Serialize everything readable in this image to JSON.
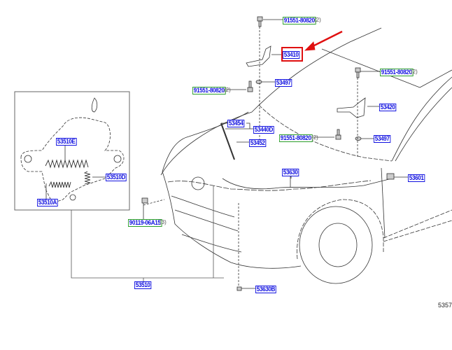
{
  "diagram": {
    "highlight_color": "#e01010",
    "part_label_color": "#1010e0",
    "bolt_label_color": "#2a9d2a",
    "labels": [
      {
        "id": "bolt-top",
        "text": "91551-80820",
        "qty": "(2)"
      },
      {
        "id": "hinge-left",
        "text": "53410",
        "highlighted": true
      },
      {
        "id": "washer-left",
        "text": "53497"
      },
      {
        "id": "bolt-left",
        "text": "91551-80820",
        "qty": "(2)"
      },
      {
        "id": "bolt-right-top",
        "text": "91551-80820",
        "qty": "(2)"
      },
      {
        "id": "hinge-right",
        "text": "53420"
      },
      {
        "id": "support-rod-part",
        "text": "53454"
      },
      {
        "id": "support-rod",
        "text": "53440D"
      },
      {
        "id": "rod-holder",
        "text": "53452"
      },
      {
        "id": "bolt-mid",
        "text": "91551-80820",
        "qty": "(2)"
      },
      {
        "id": "washer-right",
        "text": "53497"
      },
      {
        "id": "release-cable",
        "text": "53630"
      },
      {
        "id": "release-lever",
        "text": "53601"
      },
      {
        "id": "latch-spring-e",
        "text": "53510E"
      },
      {
        "id": "latch-spring-d",
        "text": "53510D"
      },
      {
        "id": "latch-spring-a",
        "text": "53510A"
      },
      {
        "id": "latch-bolt",
        "text": "90119-06A15",
        "qty": "(3)"
      },
      {
        "id": "latch-assy",
        "text": "53510"
      },
      {
        "id": "cable-clamp",
        "text": "53630B"
      }
    ],
    "figure_ref": "5357"
  }
}
